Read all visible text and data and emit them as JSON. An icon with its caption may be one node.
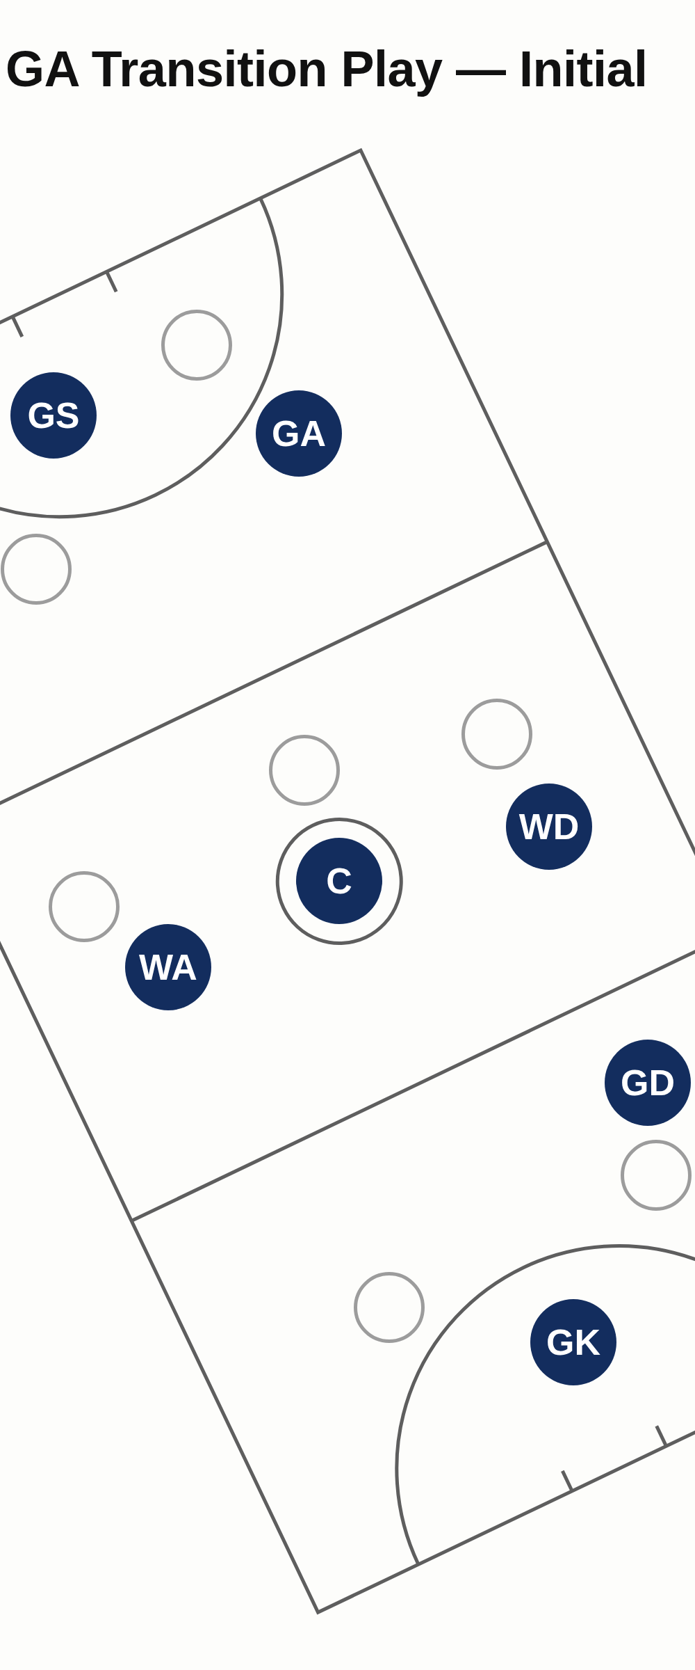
{
  "diagram": {
    "title": "GA Transition Play — Initial",
    "nodes": [
      {
        "text": [],
        "shape": "circle"
      },
      {
        "text": [
          "GS"
        ]
      },
      {
        "text": [
          "GA"
        ]
      },
      {
        "text": [],
        "shape": "circle"
      },
      {
        "text": [],
        "shape": "circle"
      },
      {
        "text": [],
        "shape": "circle"
      },
      {
        "text": [
          "WD"
        ]
      },
      {
        "text": [
          "C"
        ]
      },
      {
        "text": [],
        "shape": "circle"
      },
      {
        "text": [
          "WA"
        ]
      },
      {
        "text": [
          "GD"
        ]
      },
      {
        "text": [],
        "shape": "circle"
      },
      {
        "text": [],
        "shape": "circle"
      },
      {
        "text": [
          "GK"
        ]
      }
    ]
  }
}
